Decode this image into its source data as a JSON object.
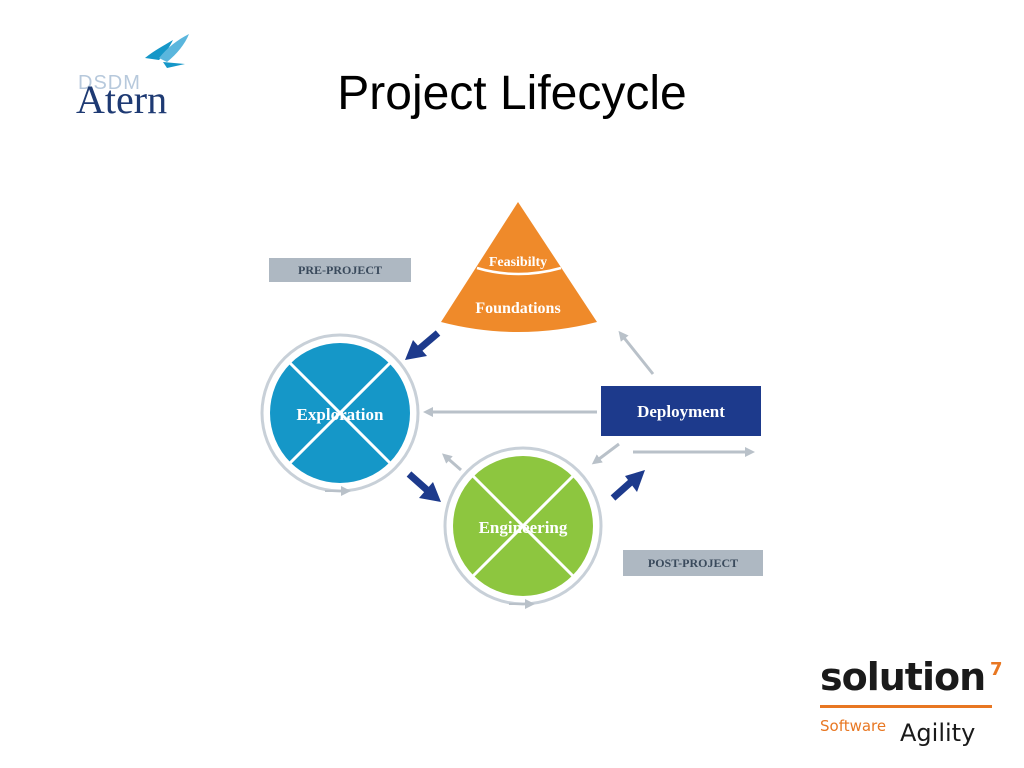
{
  "title": "Project Lifecycle",
  "logo_atern": {
    "small_text": "DSDM",
    "brand_text": "Atern"
  },
  "diagram": {
    "pre_project_label": "PRE-PROJECT",
    "post_project_label": "POST-PROJECT",
    "phases": {
      "feasibility": "Feasibilty",
      "foundations": "Foundations",
      "exploration": "Exploration",
      "engineering": "Engineering",
      "deployment": "Deployment"
    },
    "colors": {
      "feasibility": "#ef8a2a",
      "exploration": "#1597c8",
      "engineering": "#8dc63f",
      "deployment": "#1d3a8c",
      "label_box": "#aeb8c2",
      "arrow_dark": "#1d3a8c",
      "arrow_grey": "#b9c1c9"
    }
  },
  "logo_solution7": {
    "word": "solution",
    "superscript": "7",
    "tagline_small": "Software",
    "tagline_large": "Agility"
  }
}
